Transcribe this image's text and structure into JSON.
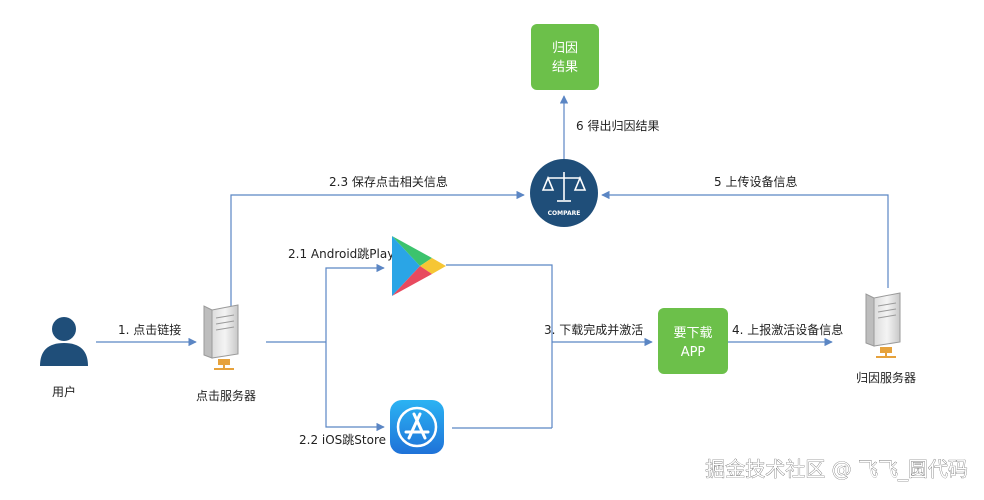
{
  "colors": {
    "edge": "#5b86c4",
    "green_box": "#6cc04a",
    "compare_circle": "#1f4e79",
    "user_icon": "#1f4e79"
  },
  "nodes": {
    "user": {
      "label": "用户",
      "icon": "user-icon"
    },
    "click_server": {
      "label": "点击服务器",
      "icon": "server-icon"
    },
    "attribution_server": {
      "label": "归因服务器",
      "icon": "server-icon"
    },
    "play_store": {
      "icon": "google-play-icon"
    },
    "app_store": {
      "icon": "app-store-icon"
    },
    "download_app": {
      "line1": "要下载",
      "line2": "APP"
    },
    "compare": {
      "label": "COMPARE",
      "icon": "scales-icon"
    },
    "result": {
      "line1": "归因",
      "line2": "结果"
    }
  },
  "edges": {
    "e1": "1. 点击链接",
    "e21": "2.1 Android跳Play",
    "e22": "2.2 iOS跳Store",
    "e23": "2.3 保存点击相关信息",
    "e3": "3. 下载完成并激活",
    "e4": "4. 上报激活设备信息",
    "e5": "5 上传设备信息",
    "e6": "6 得出归因结果"
  },
  "watermark": "掘金技术社区 @ 飞飞_圆代码"
}
